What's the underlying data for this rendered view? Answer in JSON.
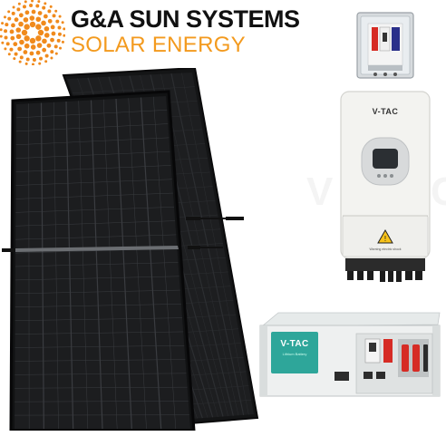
{
  "logo": {
    "line1": "G&A SUN SYSTEMS",
    "line2": "SOLAR ENERGY",
    "line1_color": "#111111",
    "line2_color": "#f39a1e",
    "sun_color": "#f08a1c",
    "icon": "sun-dots-icon"
  },
  "inverter": {
    "brand": "V-TAC",
    "warning": "Warning electric shock",
    "watermark": "V-TAC"
  },
  "battery": {
    "brand": "V-TAC",
    "subtitle": "Lithium Battery"
  },
  "colors": {
    "panel": "#1b1c1e",
    "panel_frame": "#0d0d0e",
    "inverter_body": "#f2f2ef",
    "battery_body": "#e9ecec",
    "battery_face": "#2ea69a",
    "combiner_body": "#d9dde0"
  }
}
